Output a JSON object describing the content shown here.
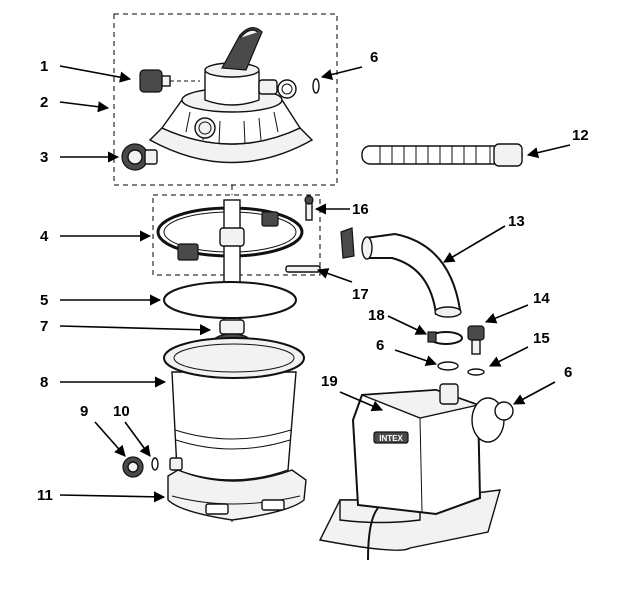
{
  "callouts": [
    {
      "id": "c1",
      "text": "1"
    },
    {
      "id": "c2",
      "text": "2"
    },
    {
      "id": "c3",
      "text": "3"
    },
    {
      "id": "c4",
      "text": "4"
    },
    {
      "id": "c5",
      "text": "5"
    },
    {
      "id": "c6a",
      "text": "6"
    },
    {
      "id": "c6b",
      "text": "6"
    },
    {
      "id": "c6c",
      "text": "6"
    },
    {
      "id": "c7",
      "text": "7"
    },
    {
      "id": "c8",
      "text": "8"
    },
    {
      "id": "c9",
      "text": "9"
    },
    {
      "id": "c10",
      "text": "10"
    },
    {
      "id": "c11",
      "text": "11"
    },
    {
      "id": "c12",
      "text": "12"
    },
    {
      "id": "c13",
      "text": "13"
    },
    {
      "id": "c14",
      "text": "14"
    },
    {
      "id": "c15",
      "text": "15"
    },
    {
      "id": "c16",
      "text": "16"
    },
    {
      "id": "c17",
      "text": "17"
    },
    {
      "id": "c18",
      "text": "18"
    },
    {
      "id": "c19",
      "text": "19"
    }
  ],
  "pump_logo": "INTEX"
}
